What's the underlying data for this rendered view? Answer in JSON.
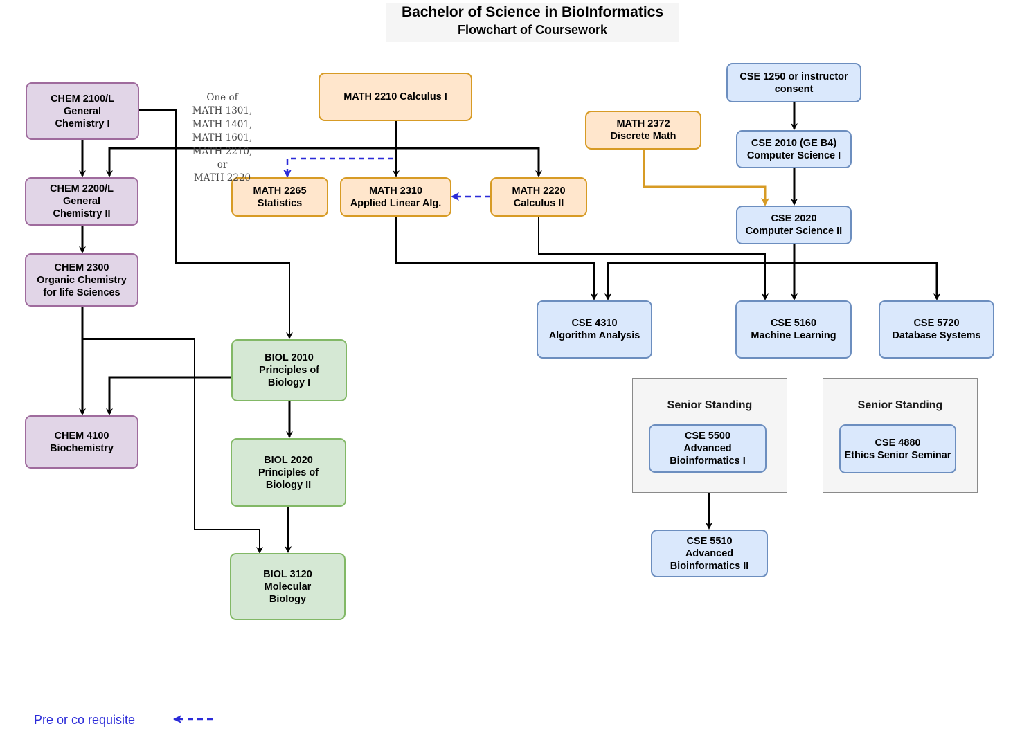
{
  "title": "Bachelor of Science in BioInformatics",
  "subtitle": "Flowchart of Coursework",
  "colors": {
    "chem_fill": "#e1d5e7",
    "chem_border": "#9f6b9d",
    "biol_fill": "#d5e8d4",
    "biol_border": "#82b866",
    "math_fill": "#ffe6cc",
    "math_border": "#d79b25",
    "cse_fill": "#dae8fc",
    "cse_border": "#6c8ebf",
    "prereq_arrow": "#000000",
    "coreq_arrow": "#2b2bd8",
    "discrete_math_arrow": "#d79b25"
  },
  "math_option_note": "One of\nMATH 1301,\nMATH 1401,\nMATH 1601,\nMATH 2210, or\nMATH 2220",
  "courses": {
    "chem2100": "CHEM 2100/L\nGeneral\nChemistry I",
    "chem2200": "CHEM 2200/L\nGeneral\nChemistry II",
    "chem2300": "CHEM 2300\nOrganic Chemistry\nfor life Sciences",
    "chem4100": "CHEM 4100\nBiochemistry",
    "biol2010": "BIOL 2010\nPrinciples of\nBiology I",
    "biol2020": "BIOL 2020\nPrinciples of\nBiology II",
    "biol3120": "BIOL 3120\nMolecular\nBiology",
    "math2210": "MATH 2210 Calculus I",
    "math2265": "MATH 2265\nStatistics",
    "math2310": "MATH 2310\nApplied Linear Alg.",
    "math2220": "MATH 2220\nCalculus II",
    "math2372": "MATH 2372\nDiscrete Math",
    "cse1250": "CSE 1250 or instructor\nconsent",
    "cse2010": "CSE 2010 (GE B4)\nComputer Science I",
    "cse2020": "CSE 2020\nComputer Science II",
    "cse4310": "CSE 4310\nAlgorithm Analysis",
    "cse5160": "CSE 5160\nMachine Learning",
    "cse5720": "CSE 5720\nDatabase Systems",
    "cse5500": "CSE 5500\nAdvanced\nBioinformatics I",
    "cse5510": "CSE 5510\nAdvanced\nBioinformatics II",
    "cse4880": "CSE 4880\nEthics Senior Seminar"
  },
  "groups": {
    "senior_standing_1": "Senior Standing",
    "senior_standing_2": "Senior Standing"
  },
  "legend": {
    "label": "Pre or co requisite",
    "arrow": "blue dashed"
  }
}
